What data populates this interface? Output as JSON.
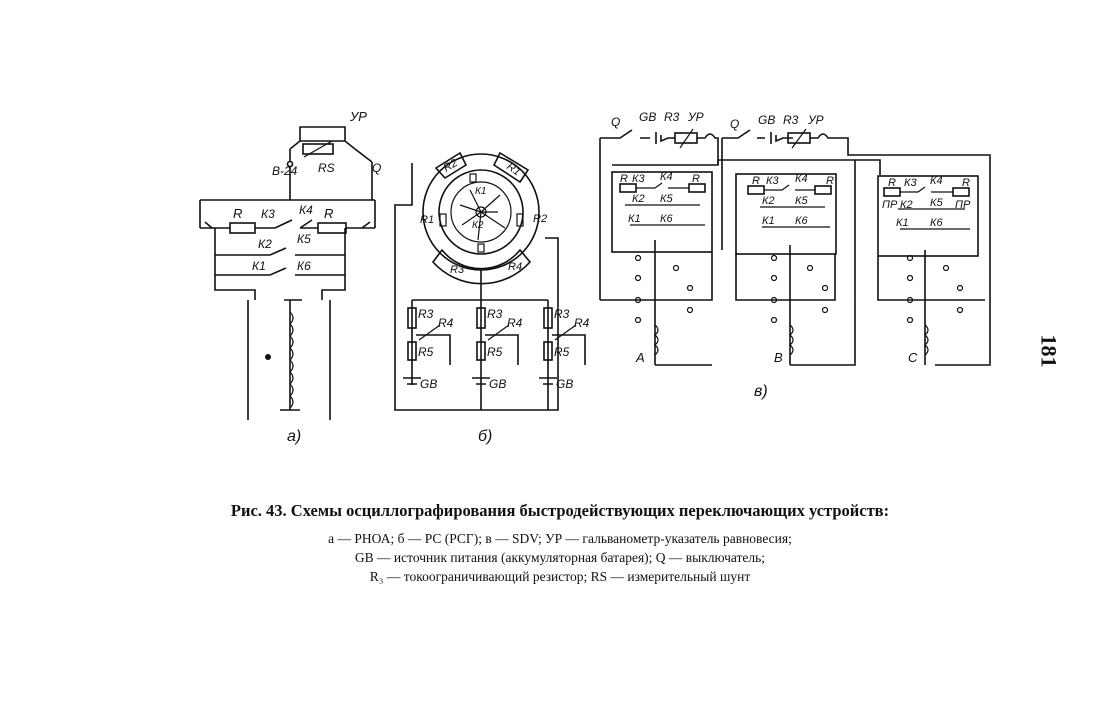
{
  "figure": {
    "panel_a": {
      "subfig": "а)",
      "labels": {
        "yp": "УР",
        "rs": "RS",
        "b24": "В-24",
        "q": "Q",
        "r_left": "R",
        "k3": "К3",
        "k4": "К4",
        "r_right": "R",
        "k2": "К2",
        "k5": "К5",
        "k1": "К1",
        "k6": "К6"
      }
    },
    "panel_b": {
      "subfig": "б)",
      "ring": [
        "R2",
        "R1",
        "R1",
        "R2",
        "R3",
        "R4",
        "К1",
        "К2"
      ],
      "branch": {
        "r3": "R3",
        "r4": "R4",
        "r5": "R5",
        "gb": "GB"
      }
    },
    "panel_c": {
      "subfig": "в)",
      "top": {
        "q": "Q",
        "gb": "GB",
        "r3": "R3",
        "yp": "УР"
      },
      "units": [
        {
          "phase": "A",
          "r_left": "R",
          "k3": "К3",
          "k4": "К4",
          "r_right": "R",
          "k2": "К2",
          "k5": "К5",
          "k1": "К1",
          "k6": "К6"
        },
        {
          "phase": "В",
          "r_left": "R",
          "k3": "К3",
          "k4": "К4",
          "r_right": "R",
          "k2": "К2",
          "k5": "К5",
          "k1": "К1",
          "k6": "К6"
        },
        {
          "phase": "С",
          "r_left": "R",
          "k3": "К3",
          "k4": "К4",
          "r_right": "R",
          "k2": "К2",
          "k5": "К5",
          "k1": "К1",
          "k6": "К6",
          "pr_left": "ПР",
          "pr_right": "ПР"
        }
      ]
    }
  },
  "caption": {
    "title": "Рис. 43. Схемы осциллографирования быстродействующих переключающих устройств:",
    "line1": "а — РНОА; б — РС (РСГ); в — SDV; УР — гальванометр-указатель равновесия;",
    "line2": "GB — источник питания (аккумуляторная батарея); Q — выключатель;",
    "line3": "R₃ — токоограничивающий резистор; RS — измерительный шунт"
  },
  "page_number": "181"
}
